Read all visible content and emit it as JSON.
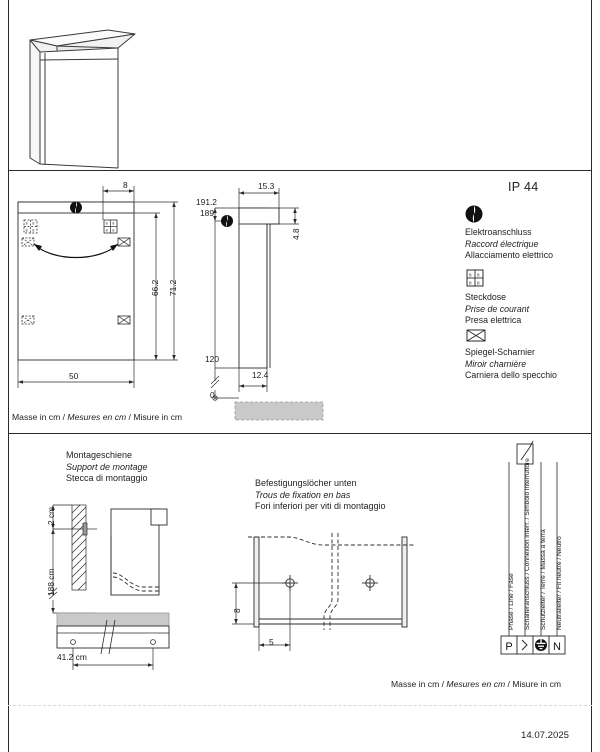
{
  "document": {
    "ip_rating": "IP 44",
    "date": "14.07.2025",
    "units_note_top": "Masse in cm / Mesures en cm / Misure in cm",
    "units_note_bottom": "Masse in cm / Mesures en cm / Misure in cm"
  },
  "legend": {
    "items": [
      {
        "icon": "electrical-connection-icon",
        "de": "Elektroanschluss",
        "fr": "Raccord électrique",
        "it": "Allacciamento elettrico"
      },
      {
        "icon": "socket-outlet-icon",
        "de": "Steckdose",
        "fr": "Prise de courant",
        "it": "Presa elettrica"
      },
      {
        "icon": "mirror-hinge-icon",
        "de": "Spiegel-Scharnier",
        "fr": "Miroir charnière",
        "it": "Carniera dello specchio"
      }
    ]
  },
  "front_view": {
    "dim_top_offset": "8",
    "dim_inner_height": "66.2",
    "dim_total_height": "71.2",
    "dim_width": "50"
  },
  "side_view": {
    "dim_depth_total": "15.3",
    "dim_height_upper": "191.2",
    "dim_height_connection": "189",
    "dim_top_band": "4.8",
    "dim_height_lower": "120",
    "dim_depth_body": "12.4",
    "dim_floor": "0"
  },
  "mounting_rail": {
    "title_de": "Montageschiene",
    "title_fr": "Support de montage",
    "title_it": "Stecca di montaggio",
    "dim_top": "2 cm",
    "dim_height": "188 cm",
    "dim_width": "41.2 cm"
  },
  "fixing_holes": {
    "title_de": "Befestigungslöcher unten",
    "title_fr": "Trous de fixation en bas",
    "title_it": "Fori inferiori per viti di montaggio",
    "dim_vertical": "8",
    "dim_horizontal": "5"
  },
  "wiring": {
    "labels": [
      "Phase / Line / Fase",
      "Schalteranschluss / Connexion interr. / Simbolo interruttore",
      "Schutzleiter / Terre / Massa a terra",
      "Neutralleiter / Fil neutre / Neutro"
    ],
    "terminals": [
      "P",
      "switch-symbol",
      "earth-symbol",
      "N"
    ],
    "terminal_p": "P",
    "terminal_n": "N"
  }
}
